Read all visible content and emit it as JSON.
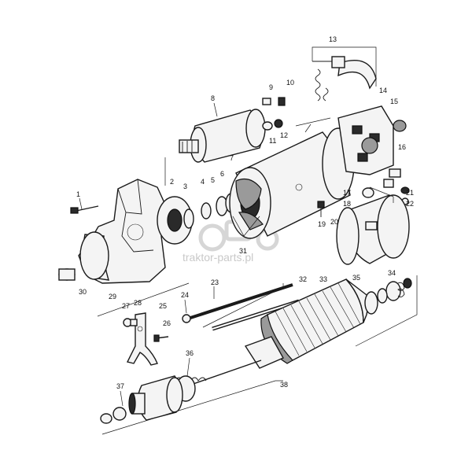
{
  "callouts": [
    {
      "id": "1",
      "text": "1"
    },
    {
      "id": "2",
      "text": "2"
    },
    {
      "id": "3",
      "text": "3"
    },
    {
      "id": "4",
      "text": "4"
    },
    {
      "id": "5",
      "text": "5"
    },
    {
      "id": "6",
      "text": "6"
    },
    {
      "id": "7",
      "text": "7"
    },
    {
      "id": "8",
      "text": "8"
    },
    {
      "id": "9",
      "text": "9"
    },
    {
      "id": "10",
      "text": "10"
    },
    {
      "id": "11",
      "text": "11"
    },
    {
      "id": "12",
      "text": "12"
    },
    {
      "id": "13",
      "text": "13"
    },
    {
      "id": "14",
      "text": "14"
    },
    {
      "id": "15",
      "text": "15"
    },
    {
      "id": "16",
      "text": "16"
    },
    {
      "id": "17",
      "text": "17"
    },
    {
      "id": "18",
      "text": "18"
    },
    {
      "id": "19",
      "text": "19"
    },
    {
      "id": "20",
      "text": "20"
    },
    {
      "id": "21",
      "text": "21"
    },
    {
      "id": "22",
      "text": "22"
    },
    {
      "id": "23",
      "text": "23"
    },
    {
      "id": "24",
      "text": "24"
    },
    {
      "id": "25",
      "text": "25"
    },
    {
      "id": "26",
      "text": "26"
    },
    {
      "id": "27",
      "text": "27"
    },
    {
      "id": "28",
      "text": "28"
    },
    {
      "id": "29",
      "text": "29"
    },
    {
      "id": "30",
      "text": "30"
    },
    {
      "id": "31",
      "text": "31"
    },
    {
      "id": "32",
      "text": "32"
    },
    {
      "id": "33",
      "text": "33"
    },
    {
      "id": "34",
      "text": "34"
    },
    {
      "id": "35",
      "text": "35"
    },
    {
      "id": "36",
      "text": "36"
    },
    {
      "id": "37",
      "text": "37"
    },
    {
      "id": "38",
      "text": "38"
    }
  ],
  "watermark": {
    "text": "traktor-parts.pl"
  },
  "colors": {
    "ink": "#1a1a1a",
    "background": "#ffffff",
    "watermark": "#c9c9c9"
  }
}
